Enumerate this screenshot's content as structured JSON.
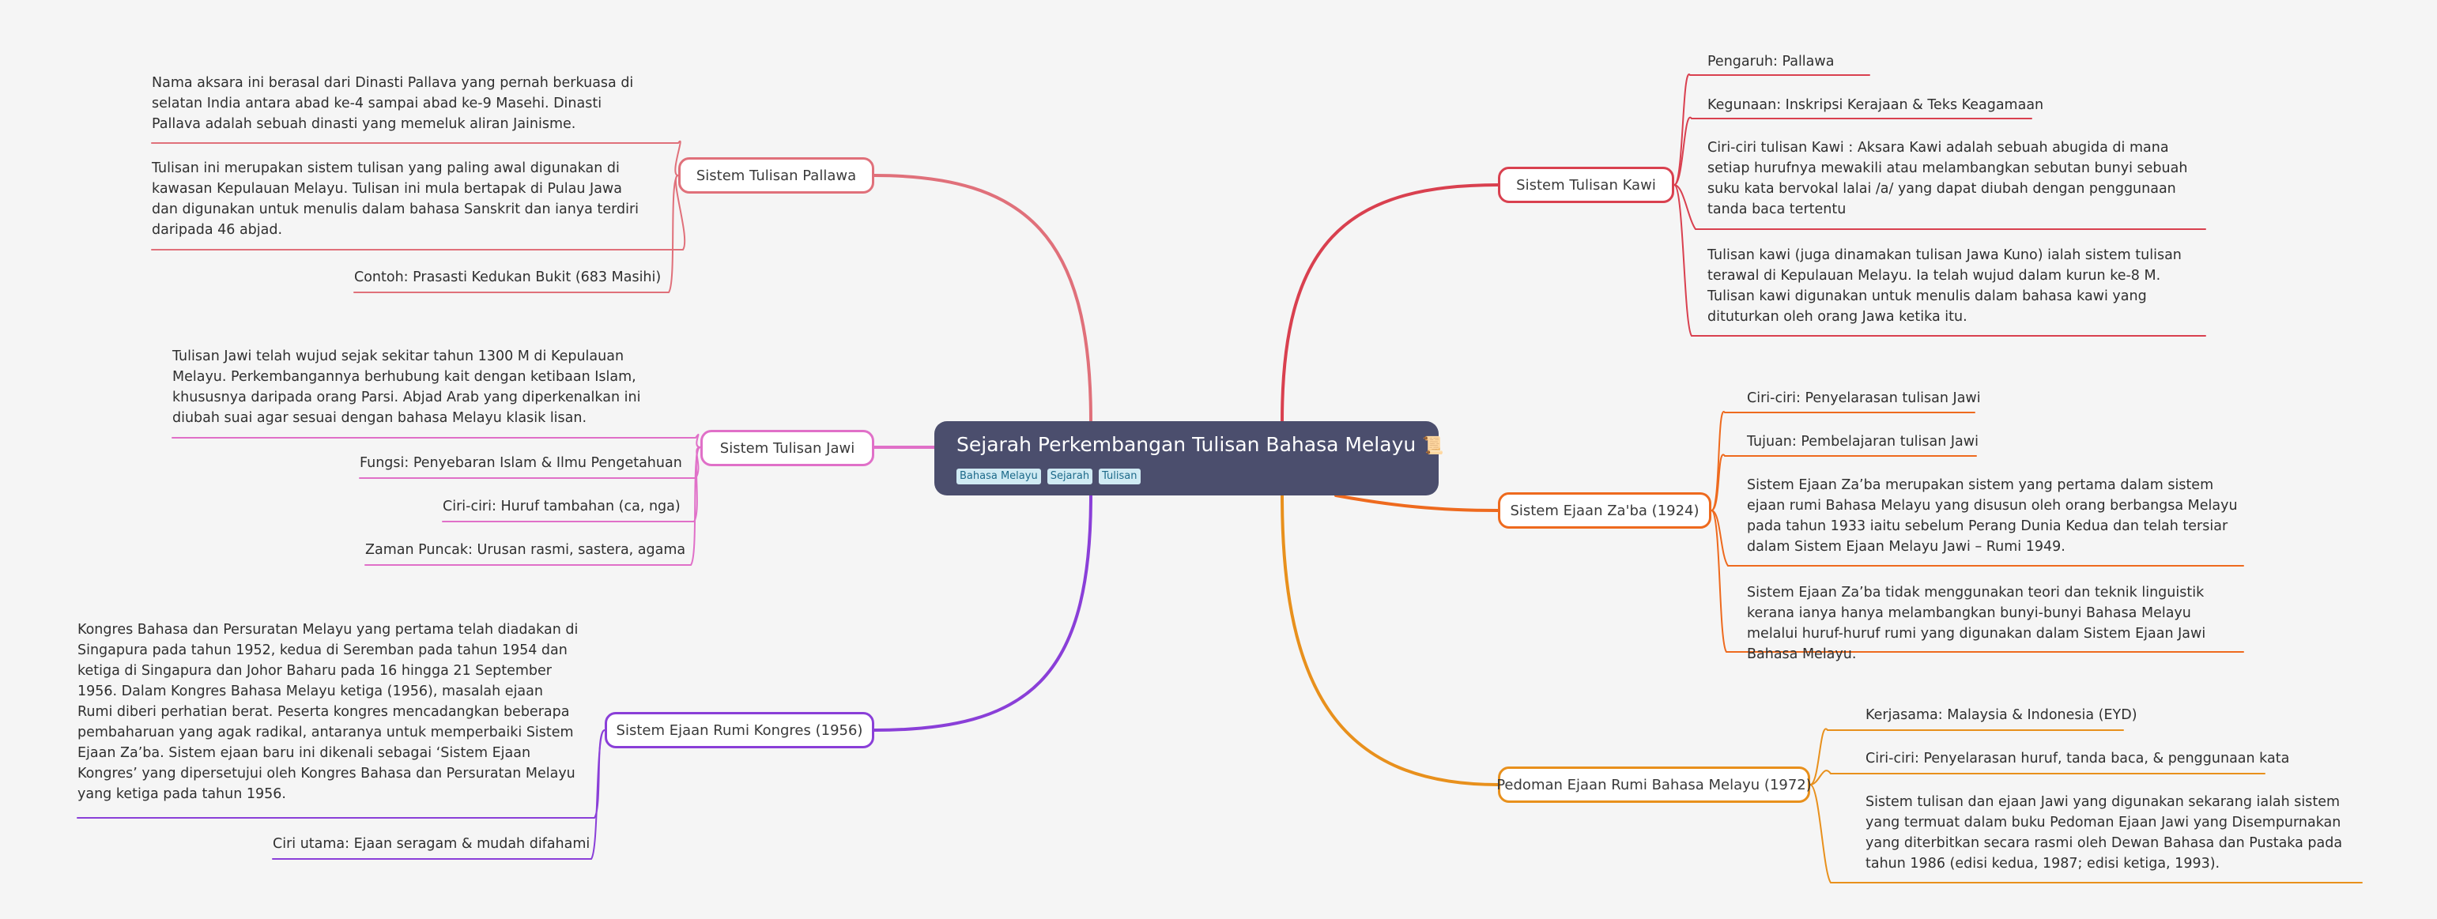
{
  "colors": {
    "central_bg": "#4b4e6d",
    "pallawa": "#e0707a",
    "jawi": "#e070c8",
    "rumi_kongres": "#8a3fd8",
    "kawi": "#d9404f",
    "zaba": "#ee6a1e",
    "pedoman": "#e8901c"
  },
  "central": {
    "title": "Sejarah Perkembangan Tulisan Bahasa Melayu",
    "icon": "scroll-emoji",
    "tags": [
      "Bahasa Melayu",
      "Sejarah",
      "Tulisan"
    ]
  },
  "branches": {
    "pallawa": {
      "label": "Sistem Tulisan Pallawa",
      "leaves": [
        "Nama aksara ini berasal dari Dinasti Pallava yang pernah berkuasa di selatan India antara abad ke-4 sampai abad ke-9 Masehi. Dinasti Pallava adalah sebuah dinasti yang memeluk aliran Jainisme.",
        "Tulisan ini merupakan sistem tulisan yang paling awal digunakan di kawasan Kepulauan Melayu. Tulisan ini mula bertapak di Pulau Jawa dan digunakan untuk menulis dalam bahasa Sanskrit dan ianya terdiri daripada 46 abjad.",
        "Contoh: Prasasti Kedukan Bukit (683 Masihi)"
      ]
    },
    "jawi": {
      "label": "Sistem Tulisan Jawi",
      "leaves": [
        "Tulisan Jawi telah wujud sejak sekitar tahun 1300 M di Kepulauan Melayu. Perkembangannya berhubung kait dengan ketibaan Islam, khususnya daripada orang Parsi. Abjad Arab yang diperkenalkan ini diubah suai agar sesuai dengan bahasa Melayu klasik lisan.",
        "Fungsi: Penyebaran Islam & Ilmu Pengetahuan",
        "Ciri-ciri: Huruf tambahan (ca, nga)",
        "Zaman Puncak: Urusan rasmi, sastera, agama"
      ]
    },
    "rumi_kongres": {
      "label": "Sistem Ejaan Rumi Kongres (1956)",
      "leaves": [
        "Kongres Bahasa dan Persuratan Melayu yang pertama telah diadakan di Singapura pada tahun 1952, kedua di Seremban pada tahun 1954 dan ketiga di Singapura dan Johor Baharu pada 16 hingga 21 September 1956. Dalam Kongres Bahasa Melayu ketiga (1956), masalah ejaan Rumi diberi perhatian berat. Peserta kongres mencadangkan beberapa pembaharuan yang agak radikal, antaranya untuk memperbaiki Sistem Ejaan Za’ba. Sistem ejaan baru ini dikenali sebagai ‘Sistem Ejaan Kongres’ yang dipersetujui oleh Kongres Bahasa dan Persuratan Melayu yang ketiga pada tahun 1956.",
        "Ciri utama: Ejaan seragam & mudah difahami"
      ]
    },
    "kawi": {
      "label": "Sistem Tulisan Kawi",
      "leaves": [
        "Pengaruh: Pallawa",
        "Kegunaan: Inskripsi Kerajaan & Teks Keagamaan",
        "Ciri-ciri tulisan Kawi : Aksara Kawi adalah sebuah abugida di mana setiap hurufnya mewakili atau melambangkan sebutan bunyi sebuah suku kata bervokal lalai /a/ yang dapat diubah dengan penggunaan tanda baca tertentu",
        "Tulisan kawi (juga dinamakan tulisan Jawa Kuno) ialah sistem tulisan terawal di Kepulauan Melayu. Ia telah wujud dalam kurun ke-8 M. Tulisan kawi digunakan untuk menulis dalam bahasa kawi yang dituturkan oleh orang Jawa ketika itu."
      ]
    },
    "zaba": {
      "label": "Sistem Ejaan Za'ba (1924)",
      "leaves": [
        "Ciri-ciri: Penyelarasan tulisan Jawi",
        "Tujuan: Pembelajaran tulisan Jawi",
        "Sistem Ejaan Za’ba merupakan sistem yang pertama dalam sistem ejaan rumi Bahasa Melayu yang disusun oleh orang berbangsa Melayu pada tahun 1933 iaitu sebelum Perang Dunia Kedua dan telah tersiar dalam Sistem Ejaan Melayu Jawi – Rumi 1949.",
        "Sistem Ejaan Za’ba tidak menggunakan teori dan teknik linguistik kerana ianya hanya melambangkan bunyi-bunyi Bahasa Melayu melalui huruf-huruf rumi yang digunakan dalam Sistem Ejaan Jawi Bahasa Melayu."
      ]
    },
    "pedoman": {
      "label": "Pedoman Ejaan Rumi Bahasa Melayu (1972)",
      "leaves": [
        "Kerjasama: Malaysia & Indonesia (EYD)",
        "Ciri-ciri: Penyelarasan huruf, tanda baca, & penggunaan kata",
        "Sistem tulisan dan ejaan Jawi yang digunakan sekarang ialah sistem yang termuat dalam buku Pedoman Ejaan Jawi yang Disempurnakan yang diterbitkan secara rasmi oleh Dewan Bahasa dan Pustaka pada tahun 1986 (edisi kedua, 1987; edisi ketiga, 1993)."
      ]
    }
  }
}
